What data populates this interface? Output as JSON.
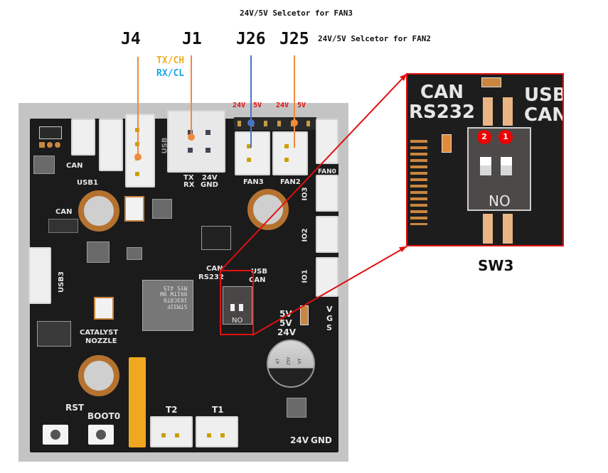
{
  "header": {
    "fan3_selector_note": "24V/5V Selcetor for FAN3",
    "fan2_selector_note": "24V/5V Selcetor for FAN2"
  },
  "connectors": {
    "j4": "J4",
    "j1": "J1",
    "j26": "J26",
    "j25": "J25",
    "j1_tx": "TX/CH",
    "j1_rx": "RX/CL"
  },
  "jumper_labels": {
    "j26_24v": "24V",
    "j26_5v": "5V",
    "j25_24v": "24V",
    "j25_5v": "5V"
  },
  "board": {
    "silk_can_top": "CAN",
    "silk_usb1": "USB1",
    "silk_usb_vertical": "USB",
    "silk_tx": "TX",
    "silk_rx": "RX",
    "silk_24v": "24V",
    "silk_gnd": "GND",
    "silk_fan3": "FAN3",
    "silk_fan2": "FAN2",
    "silk_fan0": "FAN0",
    "silk_io3": "IO3",
    "silk_io2": "IO2",
    "silk_io1": "IO1",
    "silk_can_mid": "CAN",
    "silk_usb3": "USB3",
    "silk_catalyst": "CATALYST",
    "silk_nozzle": "NOZZLE",
    "silk_sw_can": "CAN",
    "silk_sw_rs232": "RS232",
    "silk_sw_usb": "USB",
    "silk_sw_can2": "CAN",
    "silk_sw_no": "NO",
    "silk_5v_a": "5V",
    "silk_5v_b": "5V",
    "silk_24v_sel": "24V",
    "silk_v": "V",
    "silk_g": "G",
    "silk_s": "S",
    "silk_rst": "RST",
    "silk_boot0": "BOOT0",
    "silk_t2": "T2",
    "silk_t1": "T1",
    "silk_24v_bottom": "24V",
    "silk_gnd_bottom": "GND",
    "mcu_line1": "STM32F",
    "mcu_line2": "103C8T6",
    "mcu_line3": "991TW 9W",
    "mcu_line4": "MYS 415",
    "cap_text1": "47",
    "cap_text2": "25V",
    "cap_text3": "VT"
  },
  "zoom_panel": {
    "can": "CAN",
    "rs232": "RS232",
    "usb": "USB",
    "can2": "CAN",
    "switch_no": "NO",
    "switch_1": "1",
    "switch_2": "2",
    "caption": "SW3"
  },
  "colors": {
    "orange_line": "#f08a3c",
    "blue_line": "#4a72c8",
    "highlight_red": "#e01010",
    "tx_color": "#f0b020",
    "rx_color": "#1aa8e8",
    "pcb_black": "#1b1b1b",
    "pad_copper": "#c9863f"
  }
}
